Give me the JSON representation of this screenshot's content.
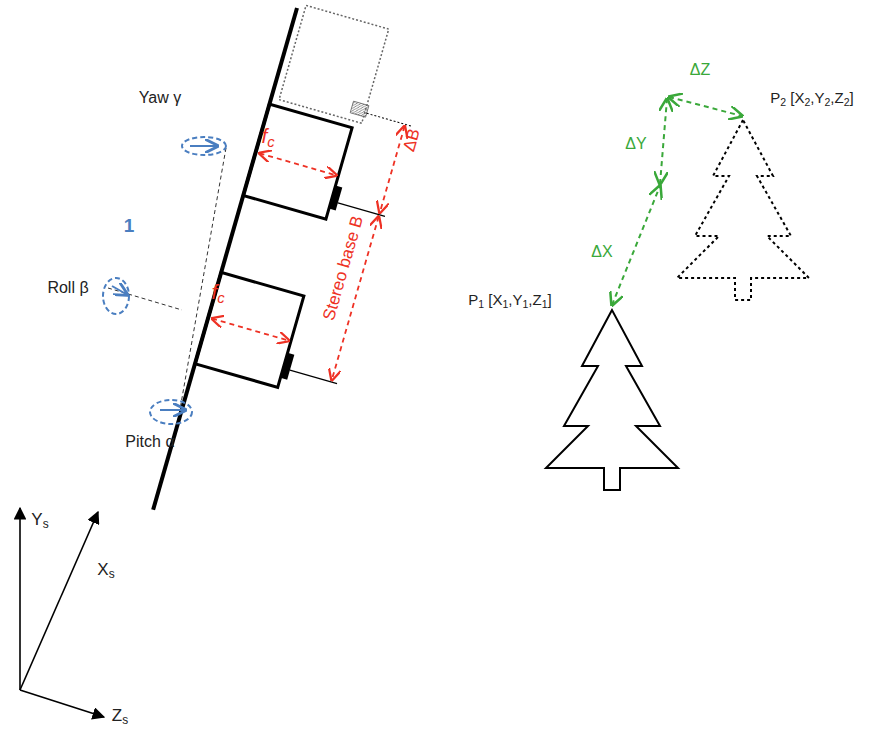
{
  "diagram": {
    "labels": [
      "Yaw γ",
      "fc",
      "ΔB",
      "1",
      "Roll β",
      "fc",
      "Stereo base B",
      "Pitch α",
      "Ys",
      "Xs",
      "Zs",
      "ΔZ",
      "P2 [X2,Y2,Z2]",
      "ΔY",
      "ΔX",
      "P1 [X1,Y1,Z1]"
    ]
  }
}
